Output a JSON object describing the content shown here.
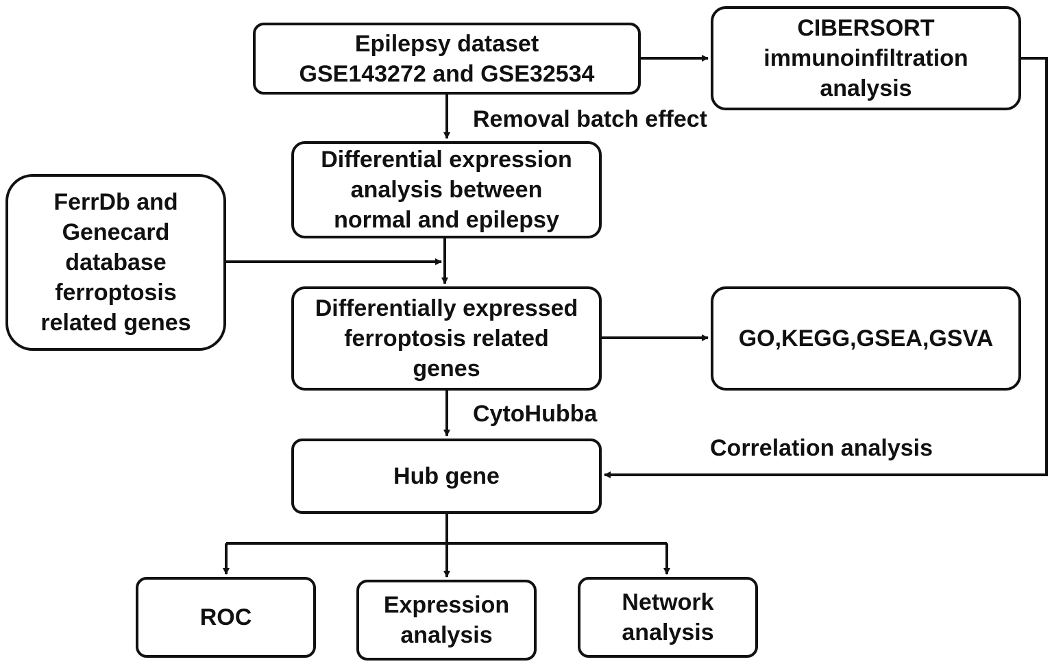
{
  "nodes": {
    "epilepsy_dataset": "Epilepsy dataset\nGSE143272 and GSE32534",
    "cibersort": "CIBERSORT\nimmunoinfiltration\nanalysis",
    "differential_expression": "Differential expression\nanalysis between\nnormal and epilepsy",
    "ferrdb": "FerrDb and\nGenecard\ndatabase\nferroptosis\nrelated genes",
    "de_ferroptosis_genes": "Differentially expressed\nferroptosis related\ngenes",
    "enrichment": "GO,KEGG,GSEA,GSVA",
    "hub_gene": "Hub gene",
    "roc": "ROC",
    "expression_analysis": "Expression\nanalysis",
    "network_analysis": "Network\nanalysis"
  },
  "edge_labels": {
    "removal_batch": "Removal batch effect",
    "cytohubba": "CytoHubba",
    "correlation": "Correlation analysis"
  },
  "edges": [
    {
      "from": "epilepsy_dataset",
      "to": "cibersort"
    },
    {
      "from": "epilepsy_dataset",
      "to": "differential_expression",
      "label": "removal_batch"
    },
    {
      "from": "differential_expression",
      "to": "de_ferroptosis_genes"
    },
    {
      "from": "ferrdb",
      "to": "de_ferroptosis_genes"
    },
    {
      "from": "de_ferroptosis_genes",
      "to": "enrichment"
    },
    {
      "from": "de_ferroptosis_genes",
      "to": "hub_gene",
      "label": "cytohubba"
    },
    {
      "from": "cibersort",
      "to": "hub_gene",
      "label": "correlation"
    },
    {
      "from": "hub_gene",
      "to": "roc"
    },
    {
      "from": "hub_gene",
      "to": "expression_analysis"
    },
    {
      "from": "hub_gene",
      "to": "network_analysis"
    }
  ]
}
